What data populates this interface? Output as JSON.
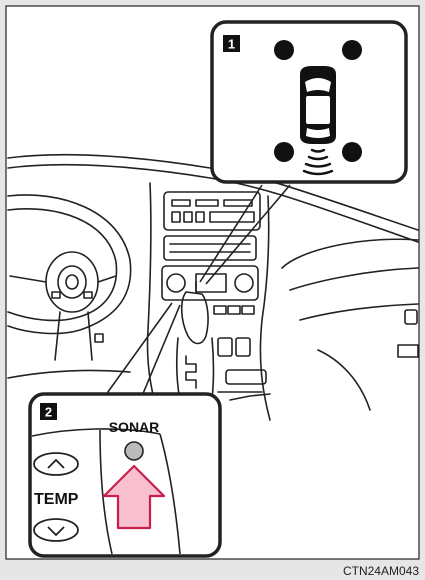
{
  "callout_top": {
    "number": "1"
  },
  "callout_bottom": {
    "number": "2",
    "button_label": "SONAR",
    "temp_label": "TEMP"
  },
  "figure_code": "CTN24AM043",
  "colors": {
    "background": "#e6e6e6",
    "panel": "#ffffff",
    "line": "#222222",
    "arrow_fill": "#f8bfd0",
    "arrow_stroke": "#c8204a",
    "sensor": "#111111",
    "indicator": "#bbbbbb"
  }
}
